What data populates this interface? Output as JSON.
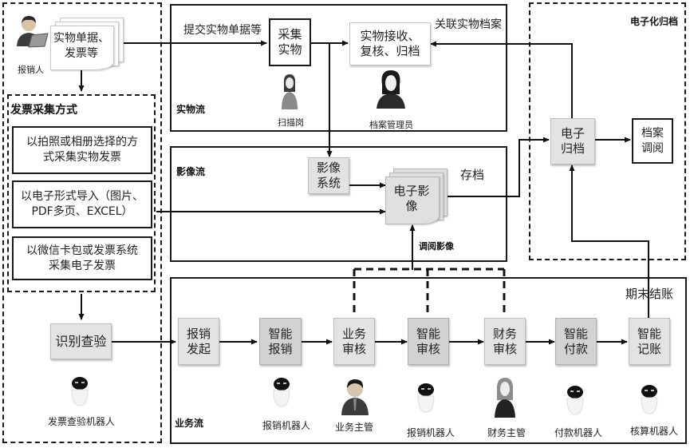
{
  "regions": {
    "collection_methods": "发票采集方式",
    "physical_flow": "实物流",
    "image_flow": "影像流",
    "business_flow": "业务流",
    "electronic_archive": "电子化归档"
  },
  "actors": {
    "claimant": "报销人",
    "scanner": "扫描岗",
    "archivist": "档案管理员",
    "invoice_check_robot": "发票查验机器人",
    "reimburse_robot_1": "报销机器人",
    "business_supervisor": "业务主管",
    "reimburse_robot_2": "报销机器人",
    "finance_supervisor": "财务主管",
    "payment_robot": "付款机器人",
    "accounting_robot": "核算机器人"
  },
  "nodes": {
    "documents": "实物单据、发票等",
    "method_photo": "以拍照或相册选择的方式采集实物发票",
    "method_import": "以电子形式导入（图片、PDF多页、EXCEL）",
    "method_wechat": "以微信卡包或发票系统采集电子发票",
    "identify_verify": "识别查验",
    "collect_physical": "采集实物",
    "receive_review_archive": "实物接收、复核、归档",
    "image_system": "影像系统",
    "electronic_image": "电子影像",
    "e_archive": "电子归档",
    "archive_lookup": "档案调阅",
    "reimburse_start": "报销发起",
    "smart_reimburse": "智能报销",
    "business_review": "业务审核",
    "smart_review": "智能审核",
    "finance_review": "财务审核",
    "smart_payment": "智能付款",
    "smart_bookkeeping": "智能记账"
  },
  "edge_labels": {
    "submit_documents": "提交实物单据等",
    "link_physical_archive": "关联实物档案",
    "store": "存档",
    "view_images": "调阅影像",
    "period_end_close": "期末结账"
  }
}
